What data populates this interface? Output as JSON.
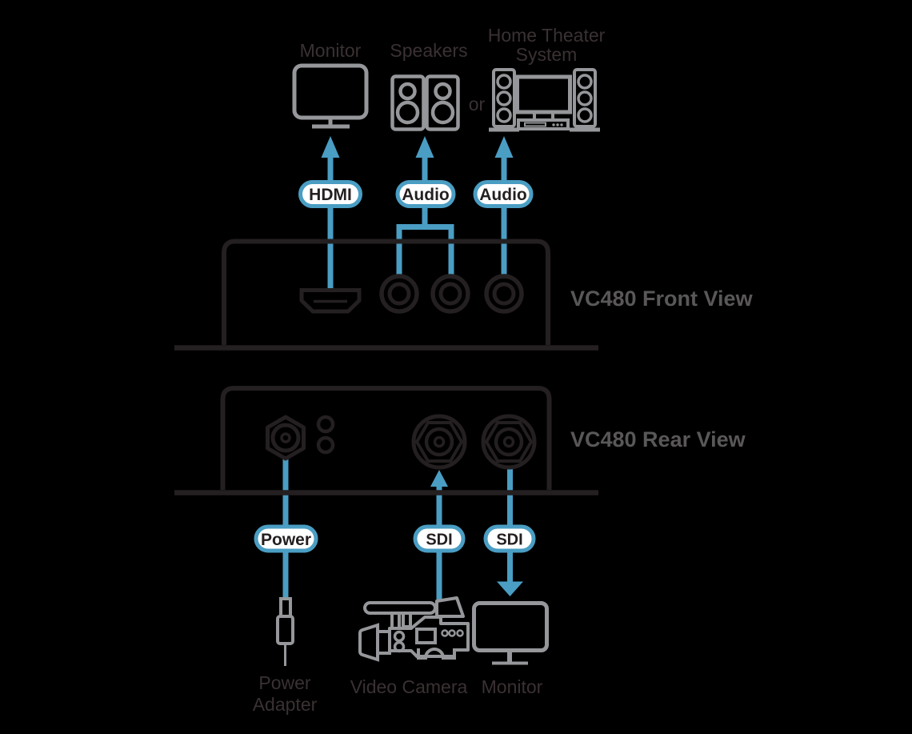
{
  "colors": {
    "background": "#000000",
    "blue": "#4a9dc3",
    "device_outline": "#241f20",
    "icon_gray": "#95979a",
    "caption_gray": "#5a5758",
    "label_dark": "#3a3132",
    "pill_fill": "#ffffff",
    "pill_text": "#241f20"
  },
  "top_devices": {
    "monitor_label": "Monitor",
    "speakers_label": "Speakers",
    "home_theater_label_line1": "Home Theater",
    "home_theater_label_line2": "System",
    "or_text": "or"
  },
  "front_view": {
    "caption": "VC480 Front View",
    "pills": {
      "hdmi": "HDMI",
      "audio_left": "Audio",
      "audio_right": "Audio"
    }
  },
  "rear_view": {
    "caption": "VC480 Rear View",
    "pills": {
      "power": "Power",
      "sdi_in": "SDI",
      "sdi_out": "SDI"
    }
  },
  "bottom_devices": {
    "power_adapter_label_line1": "Power",
    "power_adapter_label_line2": "Adapter",
    "video_camera_label": "Video Camera",
    "monitor_label": "Monitor"
  },
  "icons": {
    "monitor": "monitor-icon",
    "speakers": "speakers-icon",
    "home_theater": "home-theater-icon",
    "hdmi_port": "hdmi-port-icon",
    "rca_jack": "rca-jack-icon",
    "power_jack": "power-jack-icon",
    "led": "led-icon",
    "bnc": "bnc-connector-icon",
    "power_adapter": "power-adapter-icon",
    "video_camera": "video-camera-icon"
  }
}
